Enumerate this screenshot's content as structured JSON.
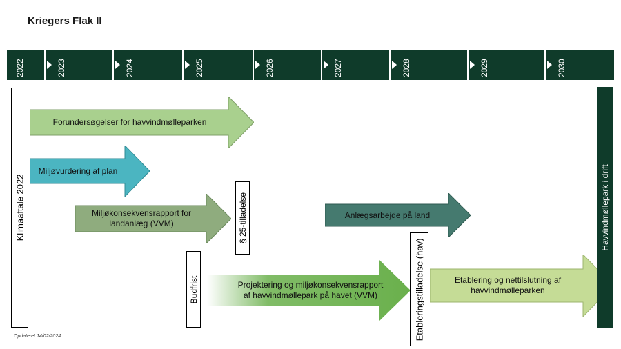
{
  "title": "Kriegers Flak II",
  "timeline": {
    "years": [
      "2022",
      "2023",
      "2024",
      "2025",
      "2026",
      "2027",
      "2028",
      "2029",
      "2030"
    ]
  },
  "milestones": {
    "klimaaftale": "Klimaaftale 2022",
    "tilladelse_25": "§ 25-tilladelse",
    "budfrist": "Budfrist",
    "etableringstilladelse": "Etableringstilladelse (hav)",
    "drift": "Havvindmøllepark i drift"
  },
  "arrows": {
    "forundersogelser": "Forundersøgelser for havvindmølleparken",
    "miljovurdering": "Miljøvurdering af plan",
    "mkr_land": "Miljøkonsekvensrapport for landanlæg (VVM)",
    "anlaeg_land": "Anlægsarbejde på land",
    "projektering": "Projektering og miljøkonsekvensrapport af havvindmøllepark på havet (VVM)",
    "etablering": "Etablering og nettilslutning af havvindmølleparken"
  },
  "colors": {
    "timeline": "#0f3b2a",
    "forundersogelser": "#a9d08e",
    "miljovurdering": "#4bb5c1",
    "mkr_land": "#8fac7e",
    "anlaeg_land": "#457a6f",
    "projektering": "#6ab04c",
    "etablering": "#c5dc96"
  },
  "footer": {
    "updated": "Opdateret 14/02/2024"
  }
}
